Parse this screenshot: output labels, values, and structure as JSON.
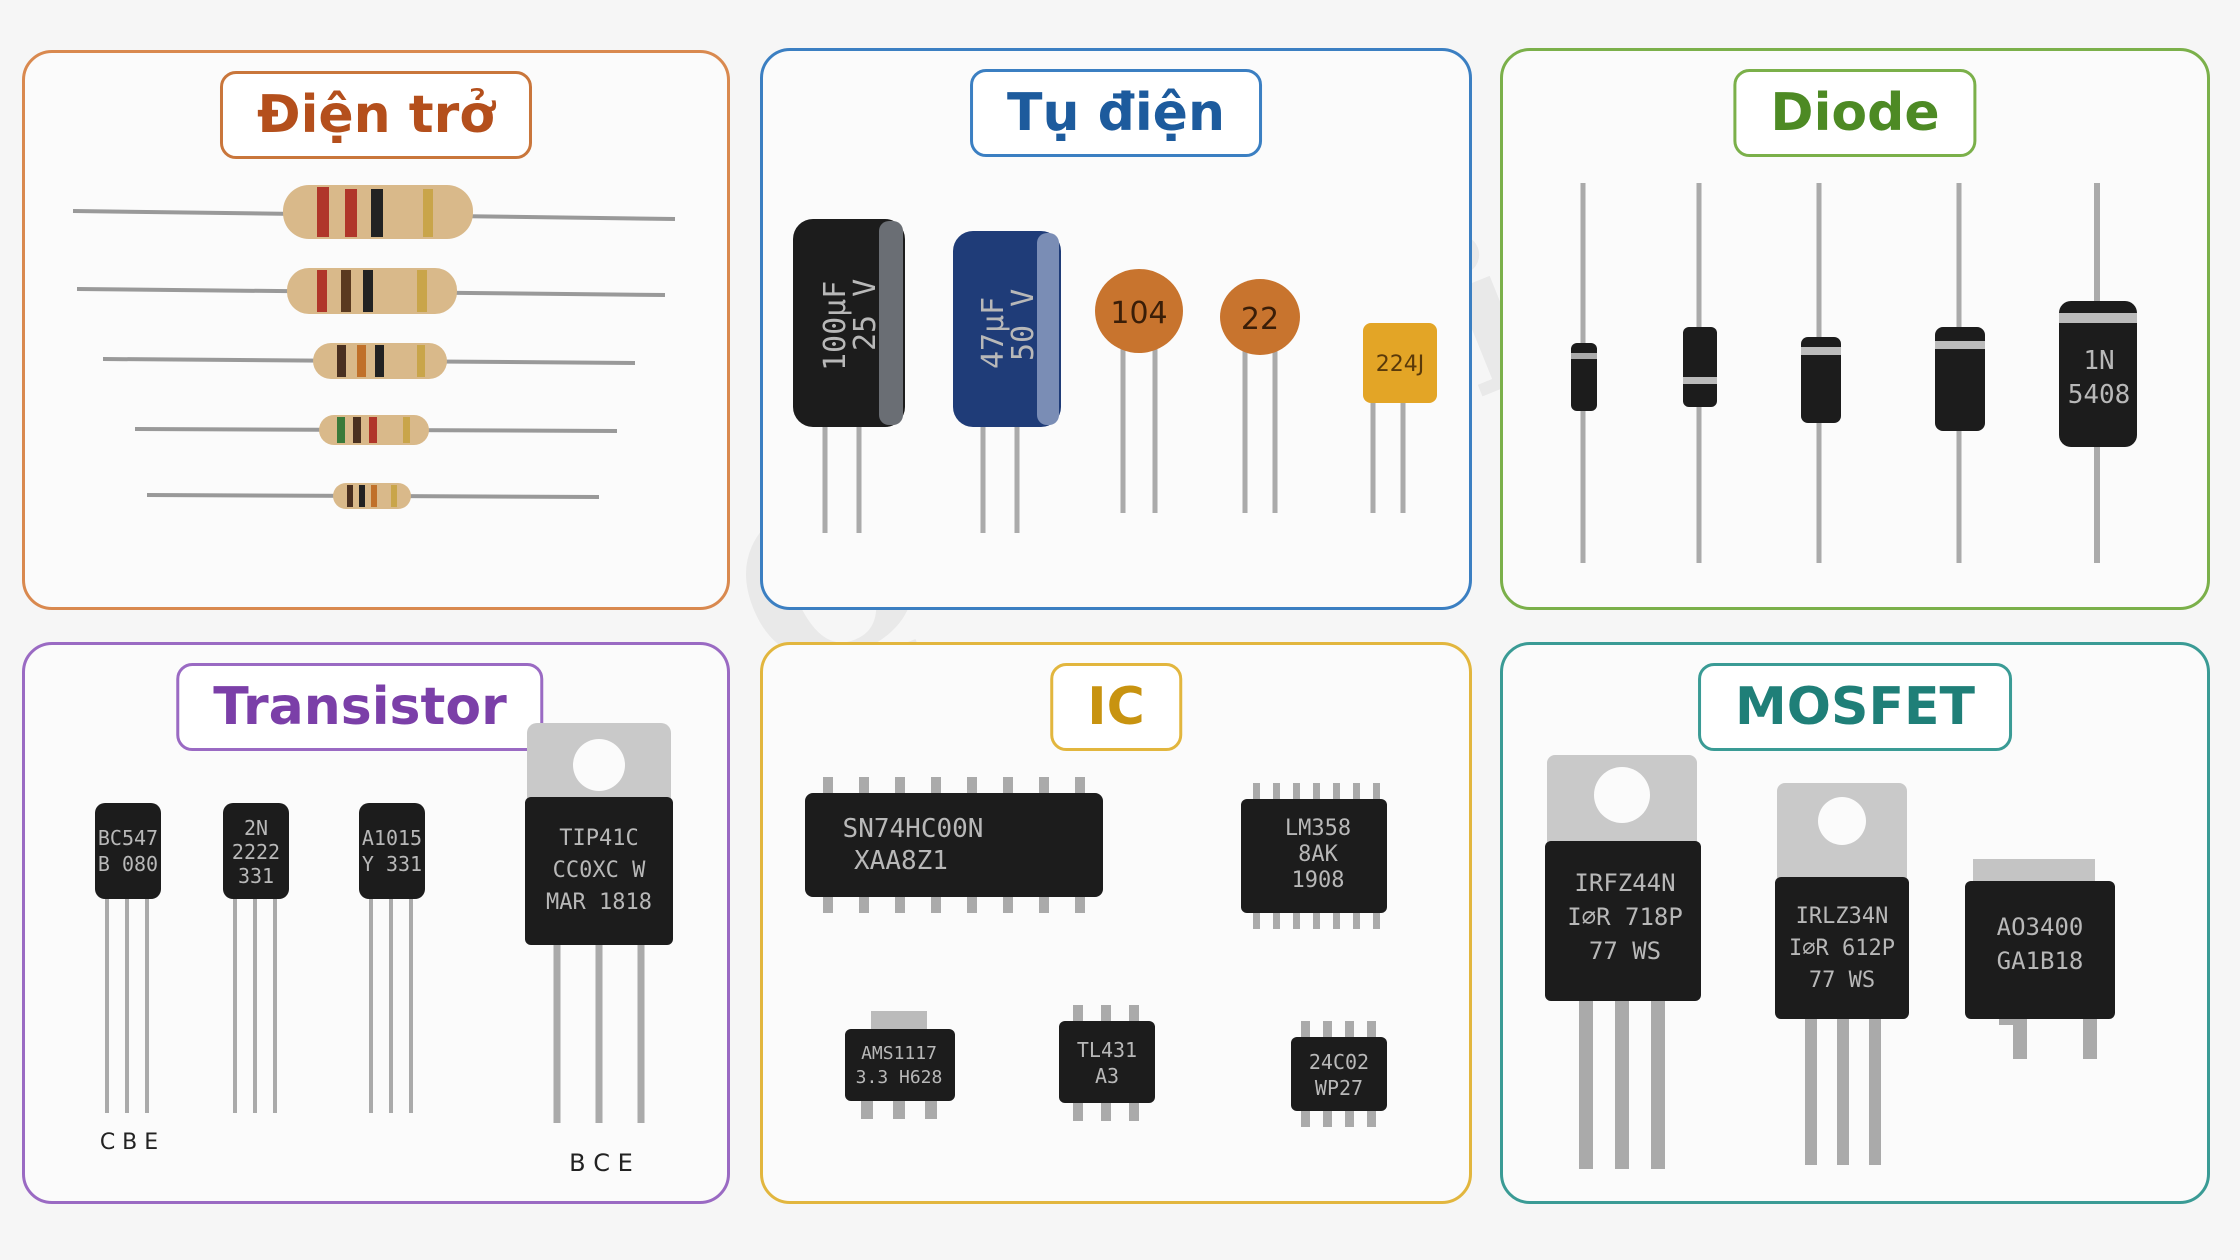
{
  "panels": {
    "resistor": {
      "title": "Điện trở"
    },
    "capacitor": {
      "title": "Tụ điện",
      "electrolytic_1": [
        "100µF",
        "25 V"
      ],
      "electrolytic_2": [
        "47µF",
        "50 V"
      ],
      "ceramic_1": "104",
      "ceramic_2": "22",
      "film": "224J"
    },
    "diode": {
      "title": "Diode",
      "large_diode": [
        "1N",
        "5408"
      ]
    },
    "transistor": {
      "title": "Transistor",
      "bc547": [
        "BC547",
        "B 080"
      ],
      "n2222": [
        "2N",
        "2222",
        "331"
      ],
      "a1015": [
        "A1015",
        "Y 331"
      ],
      "tip41c": [
        "TIP41C",
        "CC0XC W",
        "MAR 1818"
      ],
      "pins_small": "C B E",
      "pins_large": "B  C  E"
    },
    "ic": {
      "title": "IC",
      "dip": [
        "SN74HC00N",
        "XAA8Z1"
      ],
      "lm358": [
        "LM358",
        "8AK",
        "1908"
      ],
      "ams1117": [
        "AMS1117",
        "3.3 H628"
      ],
      "tl431": [
        "TL431",
        "A3"
      ],
      "eeprom": [
        "24C02",
        "WP27"
      ]
    },
    "mosfet": {
      "title": "MOSFET",
      "irfz44n": [
        "IRFZ44N",
        "I⌀R 718P",
        "77   WS"
      ],
      "irlz34n": [
        "IRLZ34N",
        "I⌀R 612P",
        "77   WS"
      ],
      "ao3400": [
        "AO3400",
        "GA1B18"
      ]
    }
  },
  "watermark": "Quyndien"
}
